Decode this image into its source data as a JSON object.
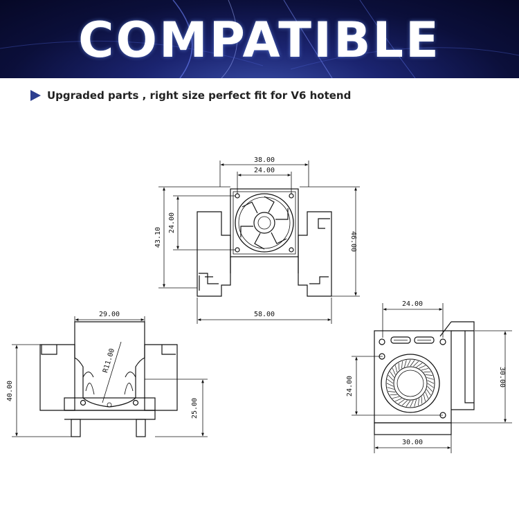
{
  "banner": {
    "title": "COMPATIBLE"
  },
  "subtitle": {
    "text": "Upgraded parts , right size perfect fit for V6 hotend"
  },
  "dimensions": {
    "top_view": {
      "width_fan": "38.00",
      "hole_spacing_top": "24.00",
      "height_left_outer": "43.10",
      "height_left_inner": "24.00",
      "height_right": "46.00",
      "total_width": "58.00"
    },
    "front_view": {
      "width": "29.00",
      "radius": "R11.00",
      "height": "40.00",
      "height_right": "25.00"
    },
    "side_view": {
      "top_width": "24.00",
      "left_height": "24.00",
      "right_height": "30.00",
      "bottom_width": "30.00"
    }
  },
  "colors": {
    "banner_dark": "#0b0f3a",
    "banner_light": "#3a4ea8",
    "bullet": "#2c3e8f",
    "line": "#111111"
  }
}
